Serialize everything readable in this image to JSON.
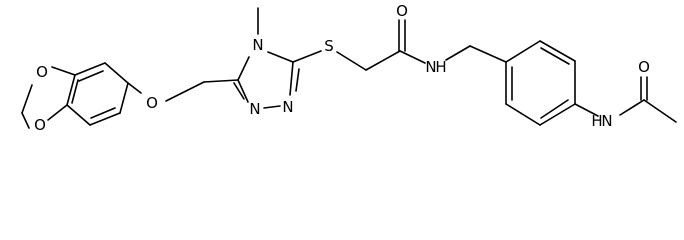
{
  "atoms": {
    "o_dioxole_top": "O",
    "o_dioxole_bottom": "O",
    "o_ether": "O",
    "n4_triazole": "N",
    "n1_triazole": "N",
    "n2_triazole": "N",
    "s_thioether": "S",
    "o_carbonyl": "O",
    "n_amide": "N",
    "h_amide": "H",
    "n_acetamide": "N",
    "h_acetamide": "H",
    "o_acetyl": "O"
  }
}
